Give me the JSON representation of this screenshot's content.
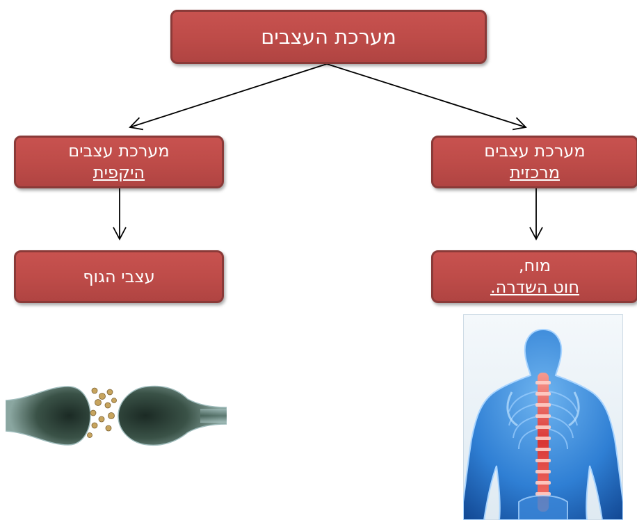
{
  "diagram": {
    "root": {
      "label": "מערכת העצבים"
    },
    "peripheral": {
      "line1": "מערכת עצבים",
      "line2": "היקפית"
    },
    "central": {
      "line1": "מערכת עצבים",
      "line2": "מרכזית"
    },
    "body_nerves": {
      "label": "עצבי הגוף"
    },
    "brain_spine": {
      "line1": "מוח,",
      "line2": "חוט השדרה."
    }
  },
  "images": {
    "synapse": "synapse-illustration",
    "spine": "human-spine-illustration"
  },
  "colors": {
    "box_fill": "#c0504d",
    "box_border": "#8a3a38",
    "text": "#ffffff",
    "arrow": "#000000"
  }
}
